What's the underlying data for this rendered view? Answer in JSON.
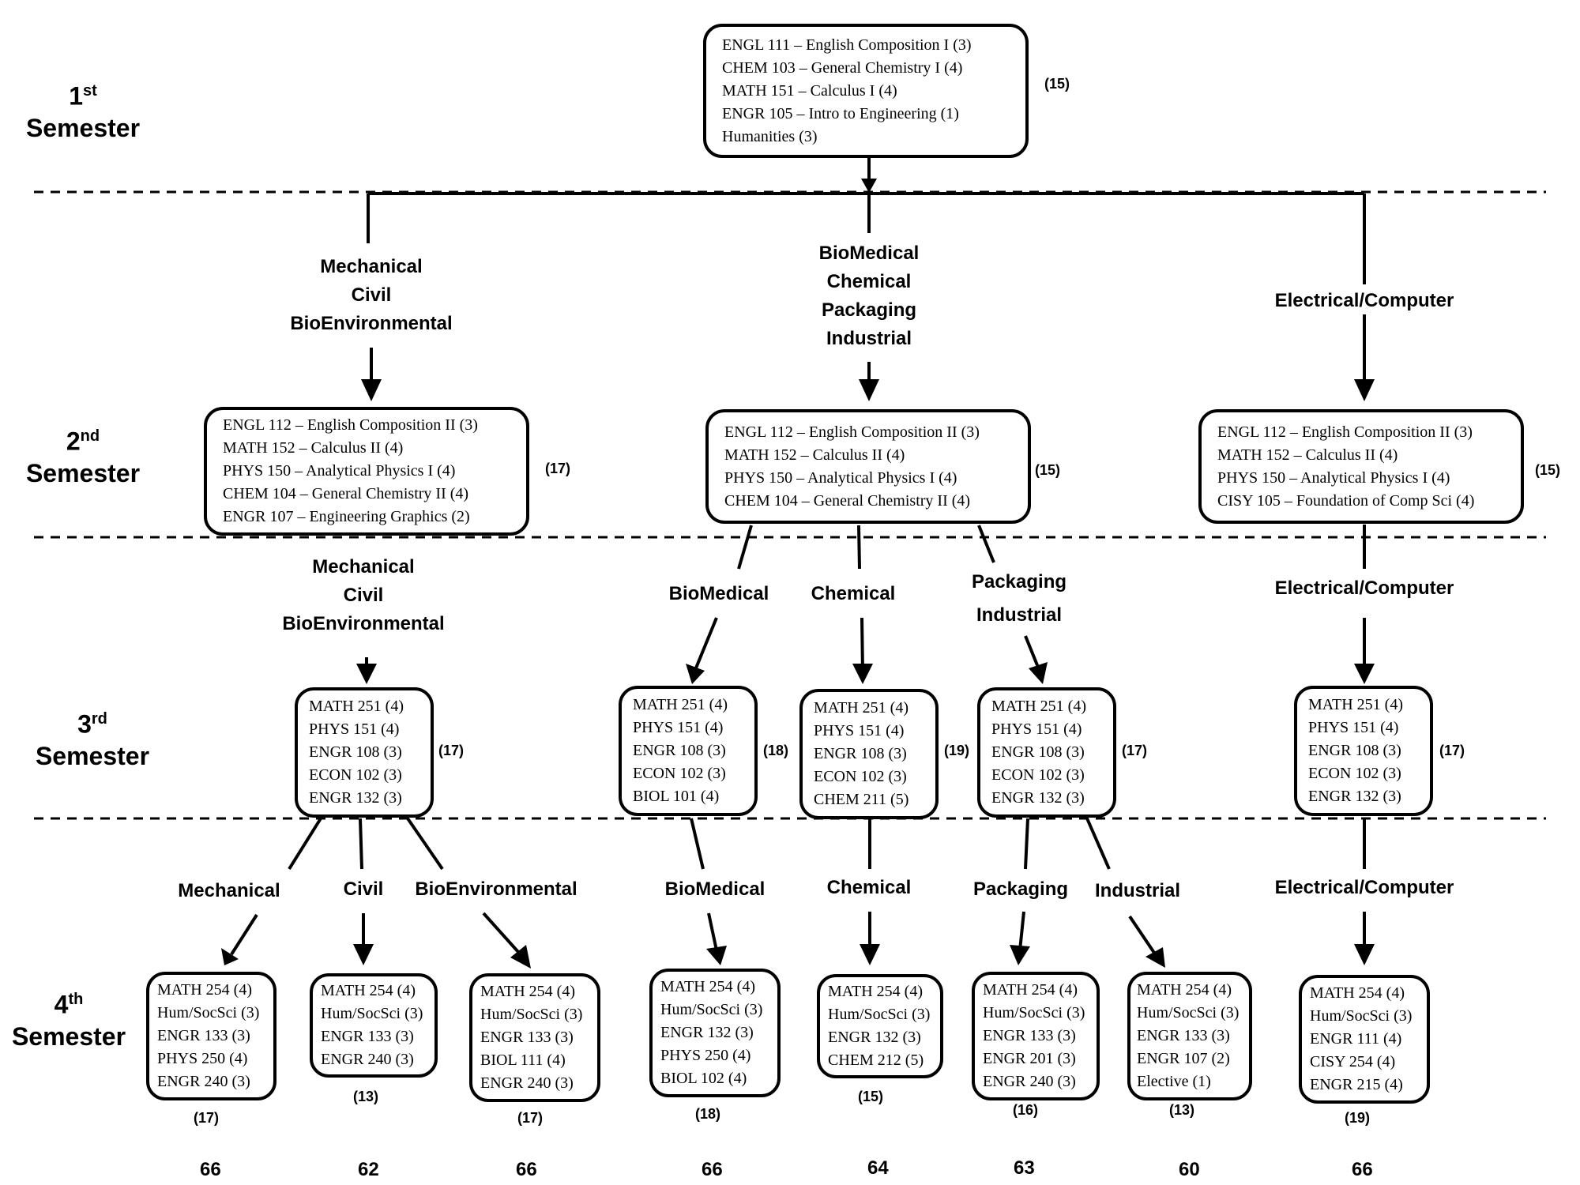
{
  "semesters": {
    "s1": {
      "num": "1",
      "sup": "st",
      "word": "Semester"
    },
    "s2": {
      "num": "2",
      "sup": "nd",
      "word": "Semester"
    },
    "s3": {
      "num": "3",
      "sup": "rd",
      "word": "Semester"
    },
    "s4": {
      "num": "4",
      "sup": "th",
      "word": "Semester"
    }
  },
  "sem1": {
    "courses": [
      "ENGL 111 – English Composition I (3)",
      "CHEM 103 – General Chemistry I (4)",
      "MATH 151 – Calculus I (4)",
      "ENGR 105 – Intro to Engineering (1)",
      "Humanities (3)"
    ],
    "credits": "(15)"
  },
  "sem2": [
    {
      "courses": [
        "ENGL 112 – English Composition II (3)",
        "MATH 152 – Calculus II (4)",
        "PHYS 150 – Analytical Physics I (4)",
        "CHEM 104 – General Chemistry II (4)",
        "ENGR 107 – Engineering Graphics (2)"
      ],
      "credits": "(17)"
    },
    {
      "courses": [
        "ENGL 112 – English Composition II (3)",
        "MATH 152 – Calculus II (4)",
        "PHYS 150 – Analytical Physics I (4)",
        "CHEM 104 – General Chemistry II (4)"
      ],
      "credits": "(15)"
    },
    {
      "courses": [
        "ENGL 112 – English Composition II (3)",
        "MATH 152 – Calculus II (4)",
        "PHYS 150 – Analytical Physics I (4)",
        "CISY 105 – Foundation of Comp Sci (4)"
      ],
      "credits": "(15)"
    }
  ],
  "sem3": [
    {
      "courses": [
        "MATH 251 (4)",
        "PHYS 151 (4)",
        "ENGR 108 (3)",
        "ECON 102 (3)",
        "ENGR 132 (3)"
      ],
      "credits": "(17)"
    },
    {
      "courses": [
        "MATH 251 (4)",
        "PHYS 151 (4)",
        "ENGR 108 (3)",
        "ECON 102 (3)",
        "BIOL 101 (4)"
      ],
      "credits": "(18)"
    },
    {
      "courses": [
        "MATH 251 (4)",
        "PHYS 151 (4)",
        "ENGR 108 (3)",
        "ECON 102 (3)",
        "CHEM 211 (5)"
      ],
      "credits": "(19)"
    },
    {
      "courses": [
        "MATH 251 (4)",
        "PHYS 151 (4)",
        "ENGR 108 (3)",
        "ECON 102 (3)",
        "ENGR 132 (3)"
      ],
      "credits": "(17)"
    },
    {
      "courses": [
        "MATH 251 (4)",
        "PHYS 151 (4)",
        "ENGR 108 (3)",
        "ECON 102 (3)",
        "ENGR 132 (3)"
      ],
      "credits": "(17)"
    }
  ],
  "sem4": [
    {
      "courses": [
        "MATH 254 (4)",
        "Hum/SocSci (3)",
        "ENGR 133 (3)",
        "PHYS 250 (4)",
        "ENGR 240 (3)"
      ],
      "credits": "(17)",
      "total": "66"
    },
    {
      "courses": [
        "MATH 254 (4)",
        "Hum/SocSci (3)",
        "ENGR 133 (3)",
        "ENGR 240 (3)"
      ],
      "credits": "(13)",
      "total": "62"
    },
    {
      "courses": [
        "MATH 254 (4)",
        "Hum/SocSci (3)",
        "ENGR 133 (3)",
        "BIOL 111 (4)",
        "ENGR 240 (3)"
      ],
      "credits": "(17)",
      "total": "66"
    },
    {
      "courses": [
        "MATH 254 (4)",
        "Hum/SocSci (3)",
        "ENGR 132 (3)",
        "PHYS 250 (4)",
        "BIOL 102 (4)"
      ],
      "credits": "(18)",
      "total": "66"
    },
    {
      "courses": [
        "MATH 254 (4)",
        "Hum/SocSci (3)",
        "ENGR 132 (3)",
        "CHEM 212 (5)"
      ],
      "credits": "(15)",
      "total": "64"
    },
    {
      "courses": [
        "MATH 254 (4)",
        "Hum/SocSci (3)",
        "ENGR 133 (3)",
        "ENGR 201 (3)",
        "ENGR 240 (3)"
      ],
      "credits": "(16)",
      "total": "63"
    },
    {
      "courses": [
        "MATH 254 (4)",
        "Hum/SocSci (3)",
        "ENGR 133 (3)",
        "ENGR 107 (2)",
        "Elective (1)"
      ],
      "credits": "(13)",
      "total": "60"
    },
    {
      "courses": [
        "MATH 254 (4)",
        "Hum/SocSci (3)",
        "ENGR 111 (4)",
        "CISY 254 (4)",
        "ENGR 215 (4)"
      ],
      "credits": "(19)",
      "total": "66"
    }
  ],
  "labels": {
    "l2_left": [
      "Mechanical",
      "Civil",
      "BioEnvironmental"
    ],
    "l2_mid": [
      "BioMedical",
      "Chemical",
      "Packaging",
      "Industrial"
    ],
    "l2_right": [
      "Electrical/Computer"
    ],
    "l3_left": [
      "Mechanical",
      "Civil",
      "BioEnvironmental"
    ],
    "l3_biomed": [
      "BioMedical"
    ],
    "l3_chem": [
      "Chemical"
    ],
    "l3_pack": [
      "Packaging",
      "Industrial"
    ],
    "l3_elec": [
      "Electrical/Computer"
    ],
    "l4_mech": [
      "Mechanical"
    ],
    "l4_civil": [
      "Civil"
    ],
    "l4_bioenv": [
      "BioEnvironmental"
    ],
    "l4_biomed": [
      "BioMedical"
    ],
    "l4_chem": [
      "Chemical"
    ],
    "l4_pack": [
      "Packaging"
    ],
    "l4_ind": [
      "Industrial"
    ],
    "l4_elec": [
      "Electrical/Computer"
    ]
  }
}
